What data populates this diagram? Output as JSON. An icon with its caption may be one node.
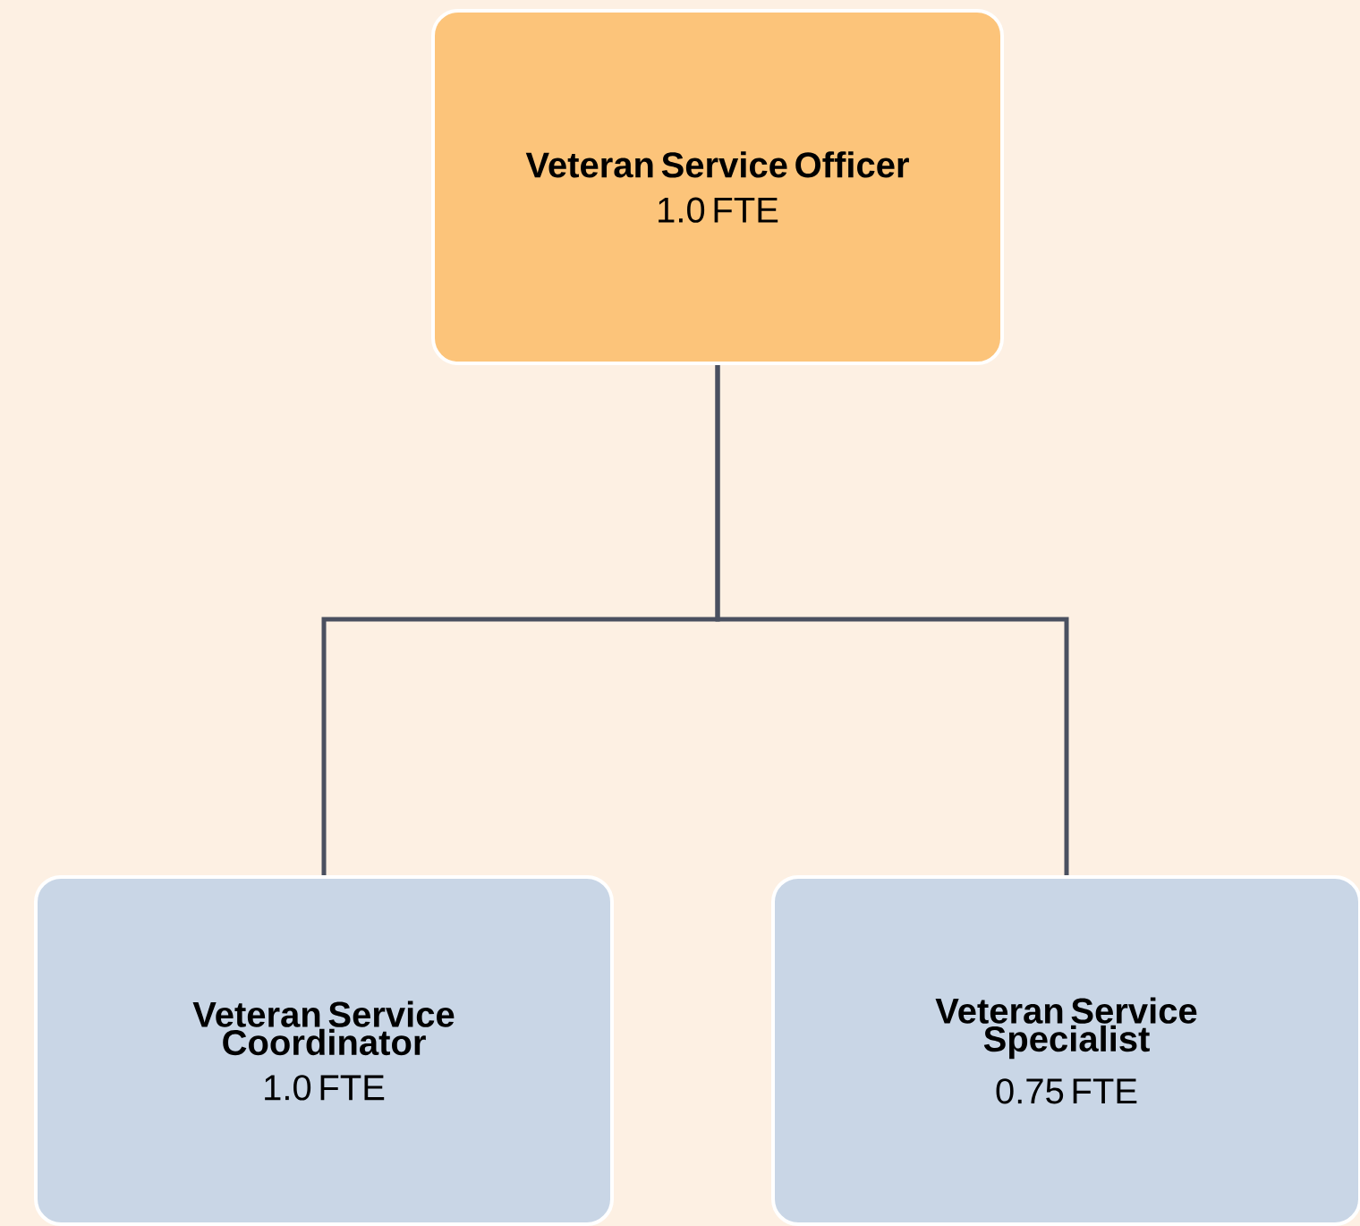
{
  "diagram": {
    "nodes": [
      {
        "text": [
          "Veteran Service Officer",
          "1.0 FTE"
        ]
      },
      {
        "text": [
          "Veteran Service Coordinator",
          "1.0 FTE"
        ]
      },
      {
        "text": [
          "Veteran Service Specialist",
          "0.75 FTE"
        ]
      }
    ],
    "edges": [
      {
        "from": 0,
        "to": 1,
        "arrow": "none"
      },
      {
        "from": 0,
        "to": 2,
        "arrow": "none"
      }
    ]
  }
}
